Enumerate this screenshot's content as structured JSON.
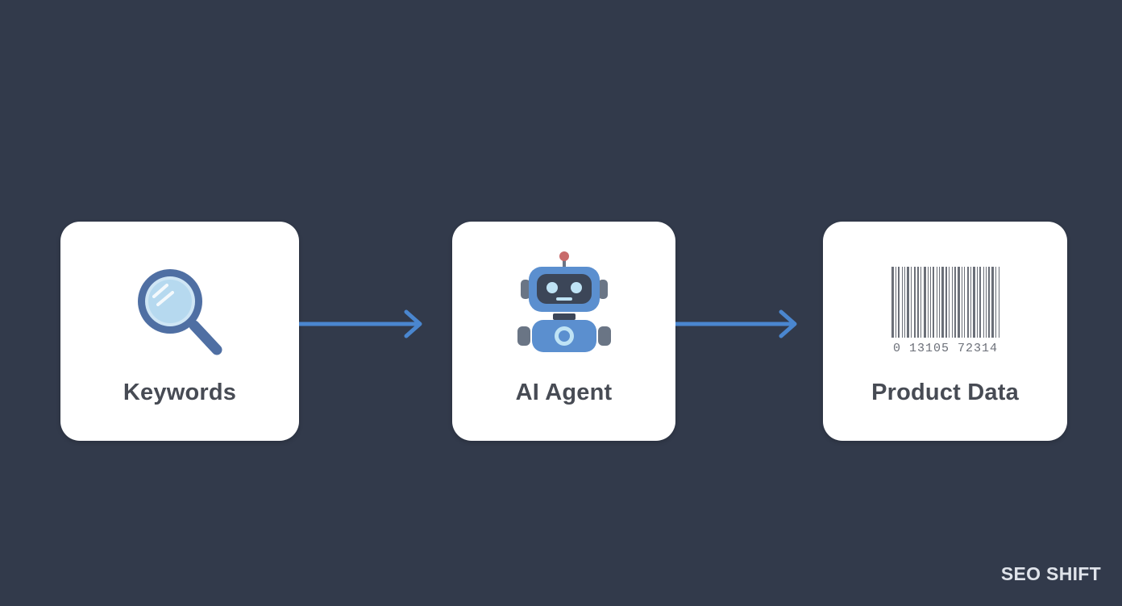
{
  "diagram": {
    "nodes": [
      {
        "label": "Keywords",
        "icon": "magnifying-glass-icon"
      },
      {
        "label": "AI Agent",
        "icon": "robot-icon"
      },
      {
        "label": "Product Data",
        "icon": "barcode-icon"
      }
    ],
    "barcode_digits": "0 13105 72314",
    "connector_color": "#4a86cf"
  },
  "brand": {
    "name": "SEO SHIFT"
  },
  "colors": {
    "background": "#323a4b",
    "card": "#ffffff",
    "label_text": "#474b54",
    "icon_blue": "#4f6fa3",
    "icon_light_blue": "#a9cfe8",
    "robot_gray": "#6a7585",
    "antenna_red": "#c86a6a",
    "barcode_gray": "#6b6f78"
  }
}
